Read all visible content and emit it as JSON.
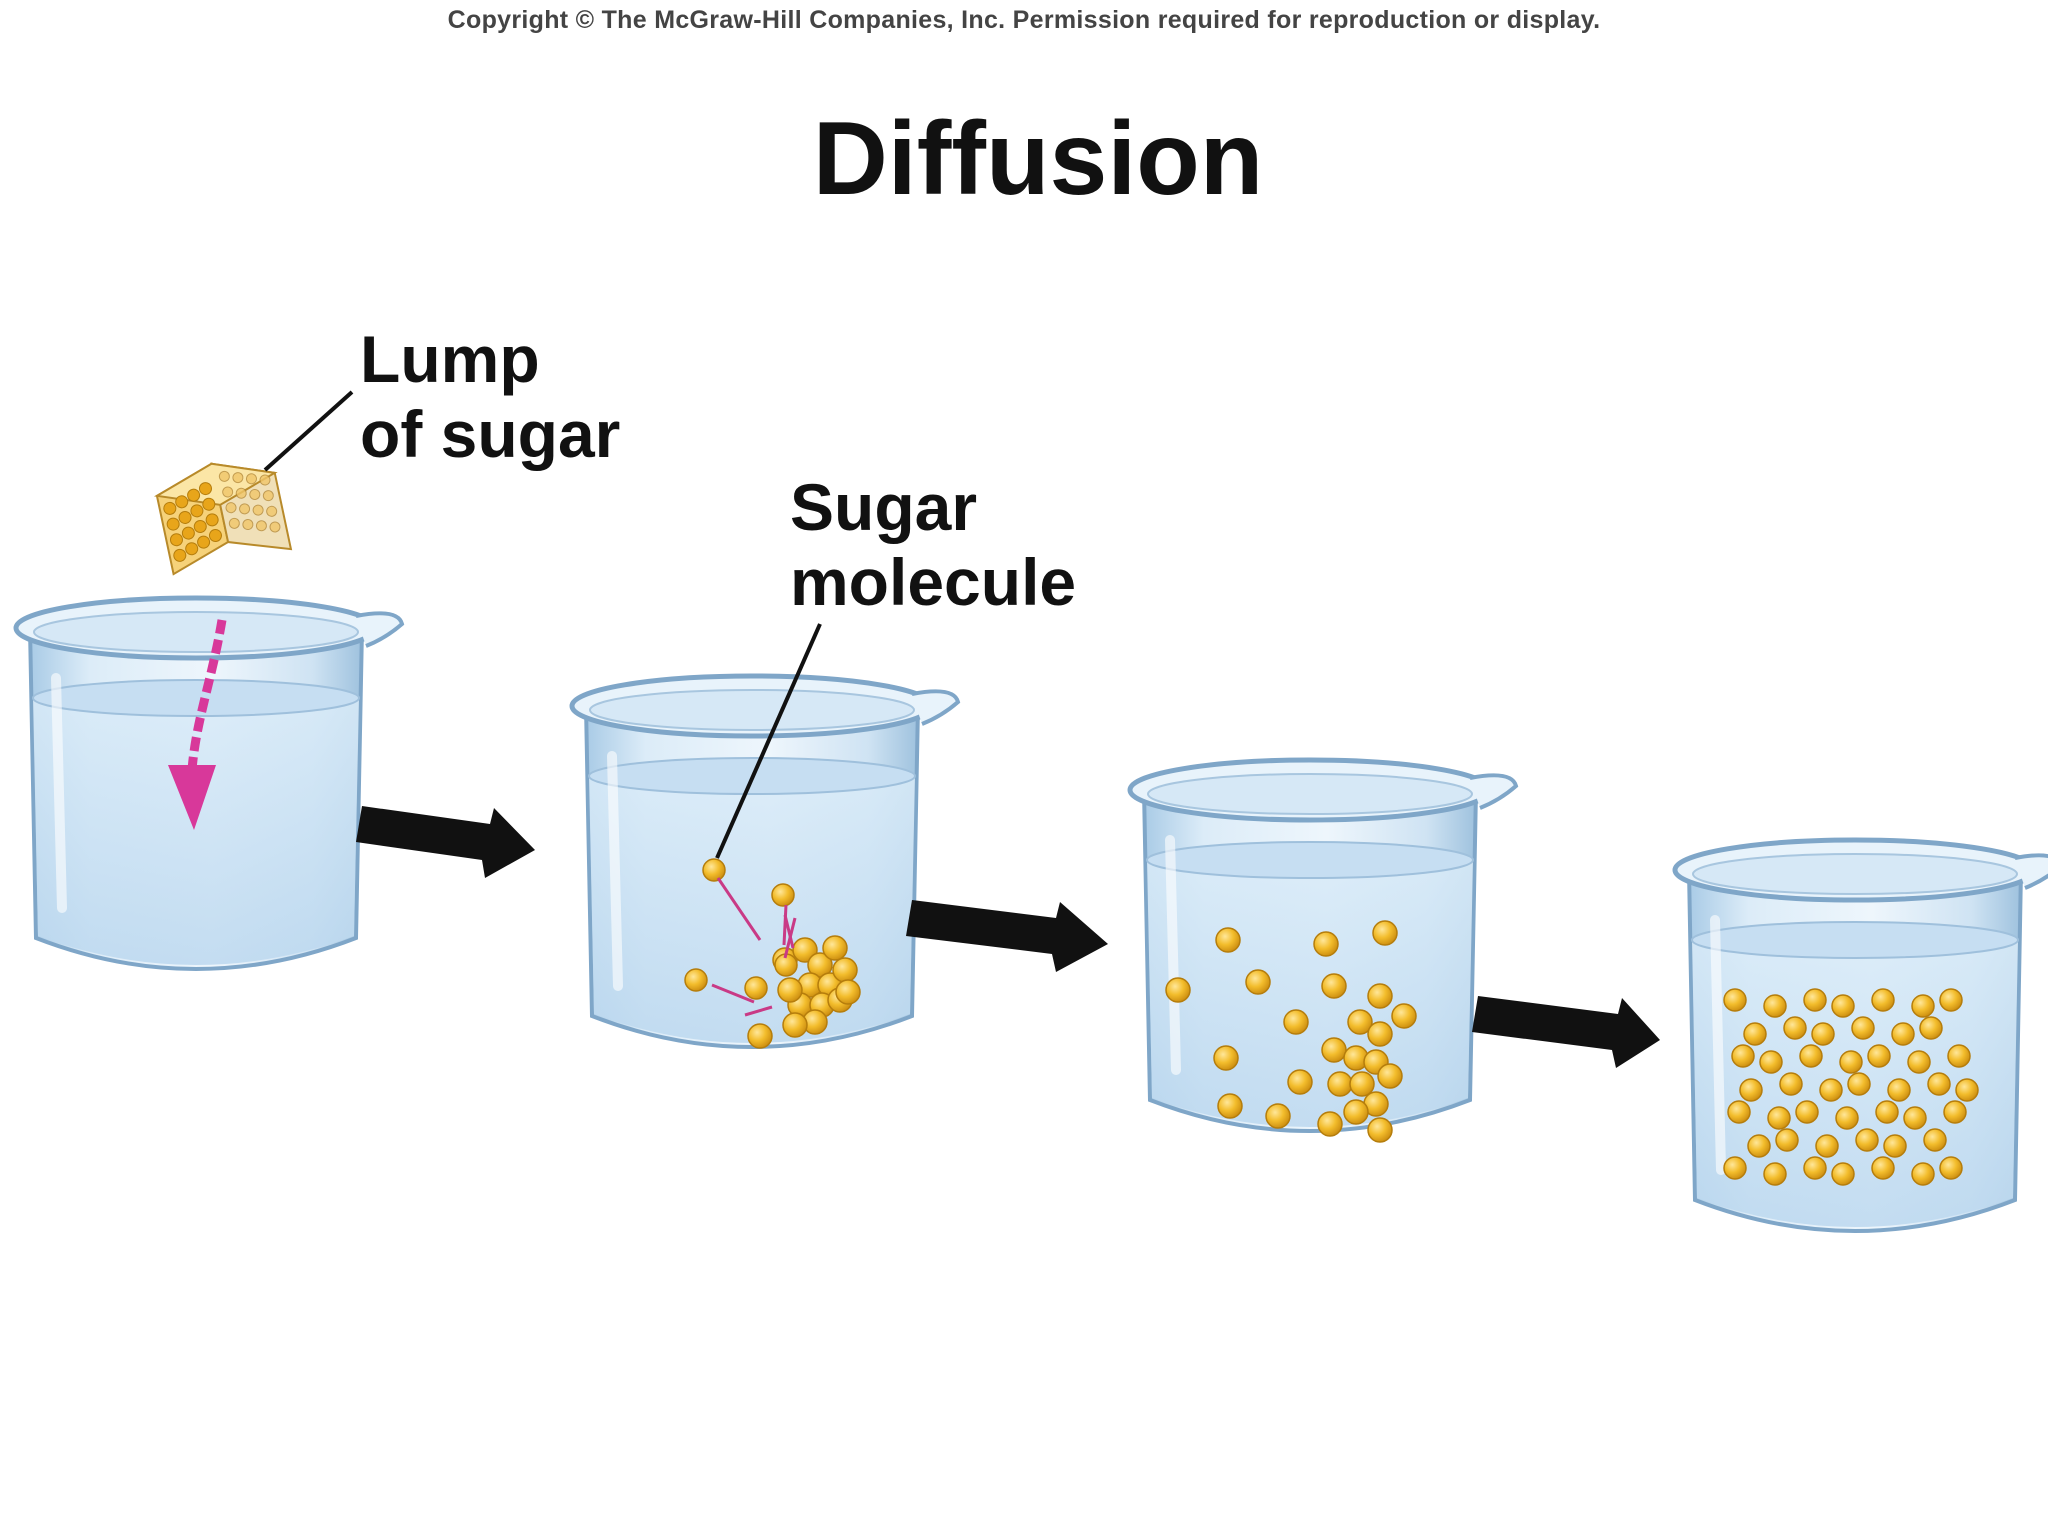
{
  "copyright": "Copyright © The McGraw-Hill Companies, Inc. Permission required for reproduction or display.",
  "title": "Diffusion",
  "labels": {
    "lump": [
      "Lump",
      "of sugar"
    ],
    "molecule": [
      "Sugar",
      "molecule"
    ]
  },
  "colors": {
    "water": "#cfe6f7",
    "beaker_edge": "#7fa6c8",
    "sugar": "#f0b51e",
    "sugar_edge": "#c0860c",
    "arrow": "#111111",
    "drop_arrow": "#d8389a",
    "motion_lines": "#c93a86"
  },
  "steps": [
    {
      "name": "beaker-1",
      "contents": "water only"
    },
    {
      "name": "beaker-2",
      "contents": "sugar lump dissolving"
    },
    {
      "name": "beaker-3",
      "contents": "molecules spreading"
    },
    {
      "name": "beaker-4",
      "contents": "molecules evenly distributed"
    }
  ]
}
